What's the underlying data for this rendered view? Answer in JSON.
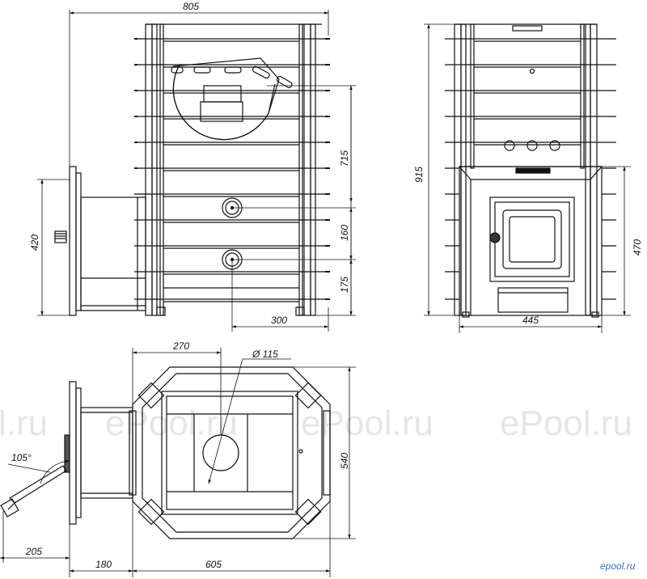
{
  "dimensions": {
    "front_width": "805",
    "height_715": "715",
    "height_160": "160",
    "height_175": "175",
    "width_300": "300",
    "side_height_420": "420",
    "total_height_915": "915",
    "door_height_470": "470",
    "base_width_445": "445",
    "top_270": "270",
    "pipe_diameter": "Ø 115",
    "depth_540": "540",
    "angle_105": "105°",
    "door_swing_205": "205",
    "tunnel_180": "180",
    "body_605": "605"
  },
  "watermarks": [
    "l.ru",
    "ePool.ru",
    "ePool.ru",
    "ePool.ru"
  ],
  "logo_text": "epool.ru",
  "colors": {
    "line": "#111111",
    "watermark": "#e6e6e6",
    "logo": "#3b6fc4"
  }
}
